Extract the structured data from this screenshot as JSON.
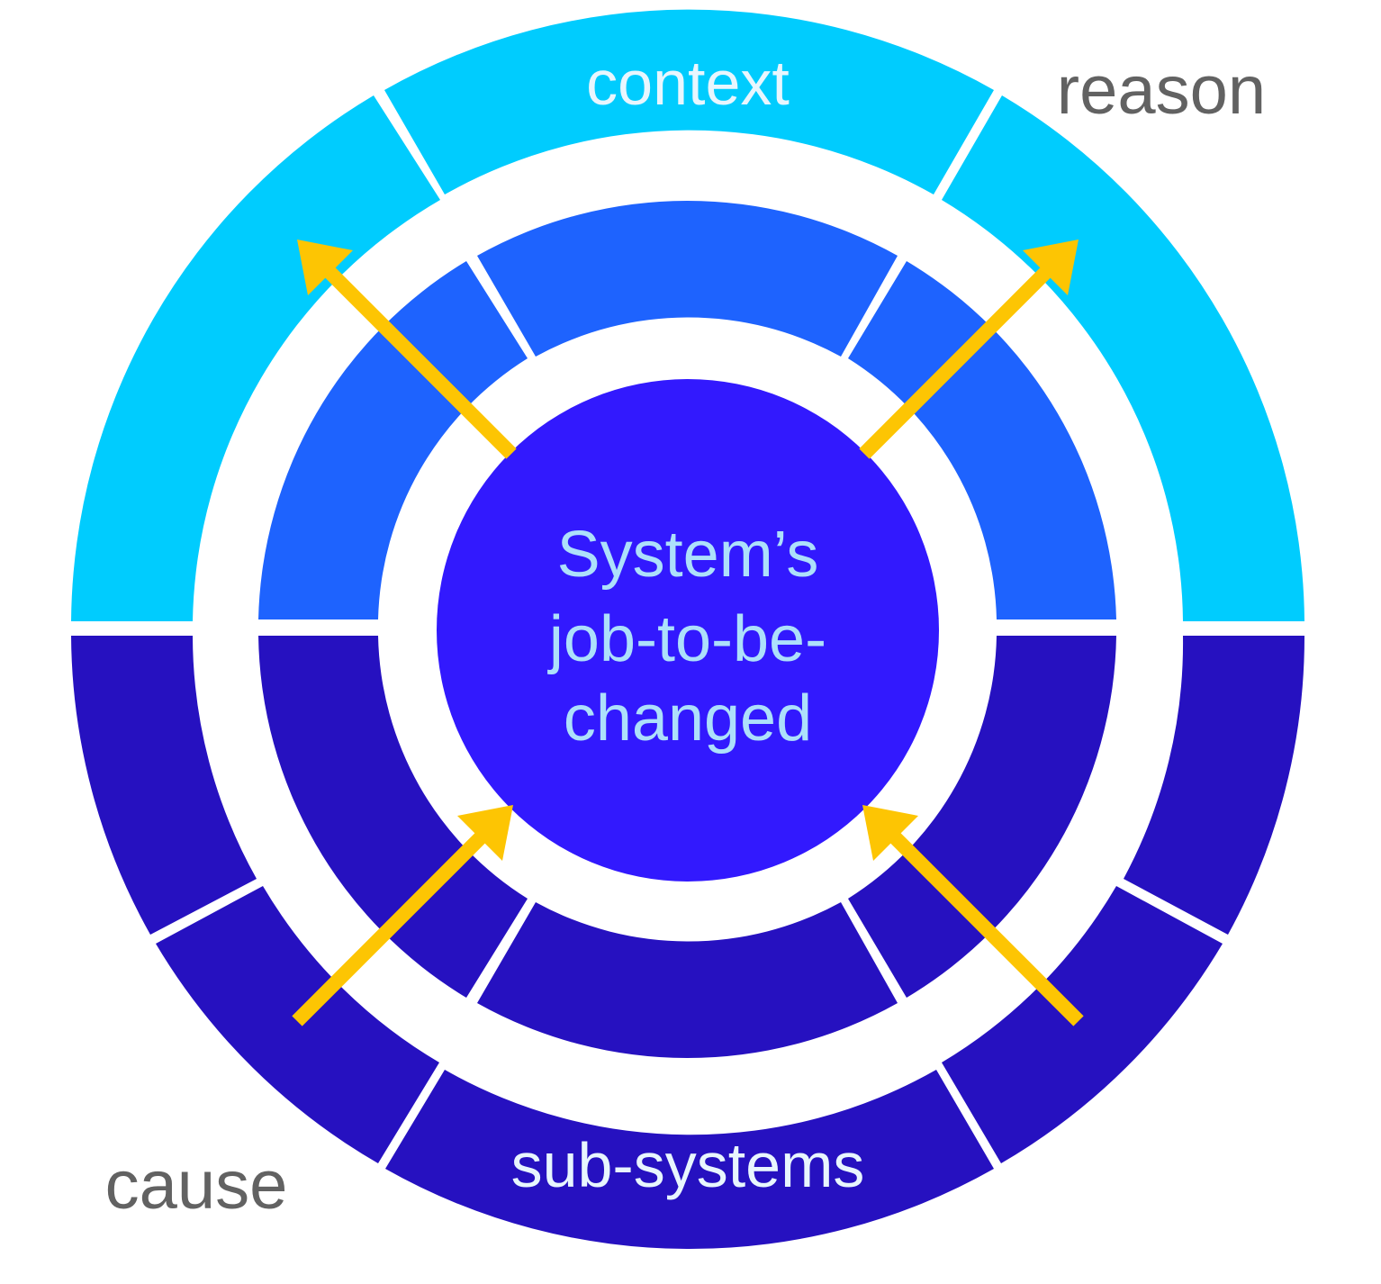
{
  "colors": {
    "background": "#ffffff",
    "outer_top": "#00ccfe",
    "middle_top": "#1e63fe",
    "bottom": "#2611c0",
    "center": "#3219fe",
    "center_text": "#ade0fb",
    "arrow": "#fdc503",
    "side_label": "#626262",
    "ring_label": "#e8f6fe"
  },
  "labels": {
    "context": "context",
    "sub_systems": "sub-systems",
    "reason": "reason",
    "cause": "cause",
    "center_line1": "System’s",
    "center_line2": "job-to-be-",
    "center_line3": "changed"
  },
  "arrows": [
    {
      "name": "arrow-to-context",
      "direction": "outward-up-left"
    },
    {
      "name": "arrow-to-reason",
      "direction": "outward-up-right"
    },
    {
      "name": "arrow-from-cause",
      "direction": "inward-from-bottom-left"
    },
    {
      "name": "arrow-from-sub-systems",
      "direction": "inward-from-bottom-right"
    }
  ]
}
